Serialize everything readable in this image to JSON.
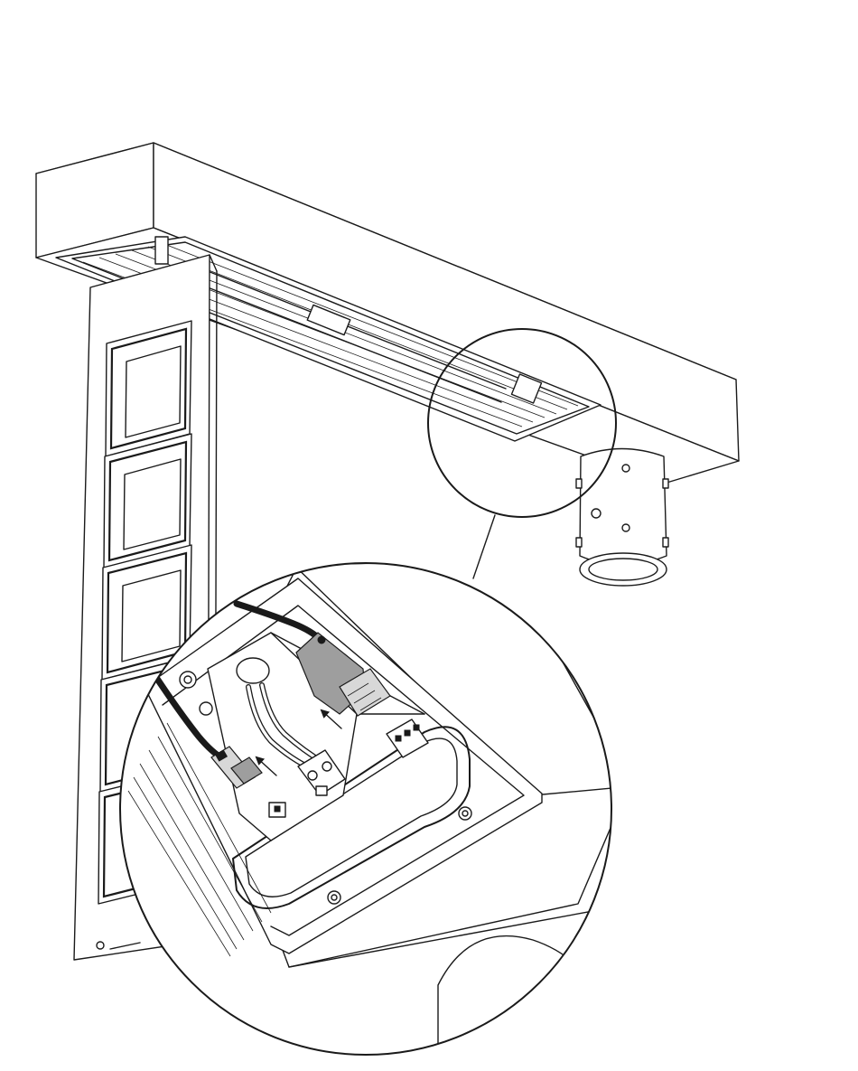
{
  "figure": {
    "kind": "line-art assembly illustration",
    "palette": {
      "stroke": "#1a1a1a",
      "background": "#ffffff",
      "connector": "#9e9e9e",
      "plug": "#d8d8d8"
    },
    "icons": [
      "ceiling-beam",
      "pendant-lamp",
      "louver-panel",
      "magnifier-circle",
      "connector-plug",
      "terminal-block",
      "insertion-arrow"
    ],
    "insertion_arrows": 2,
    "louver_cells": 5
  }
}
